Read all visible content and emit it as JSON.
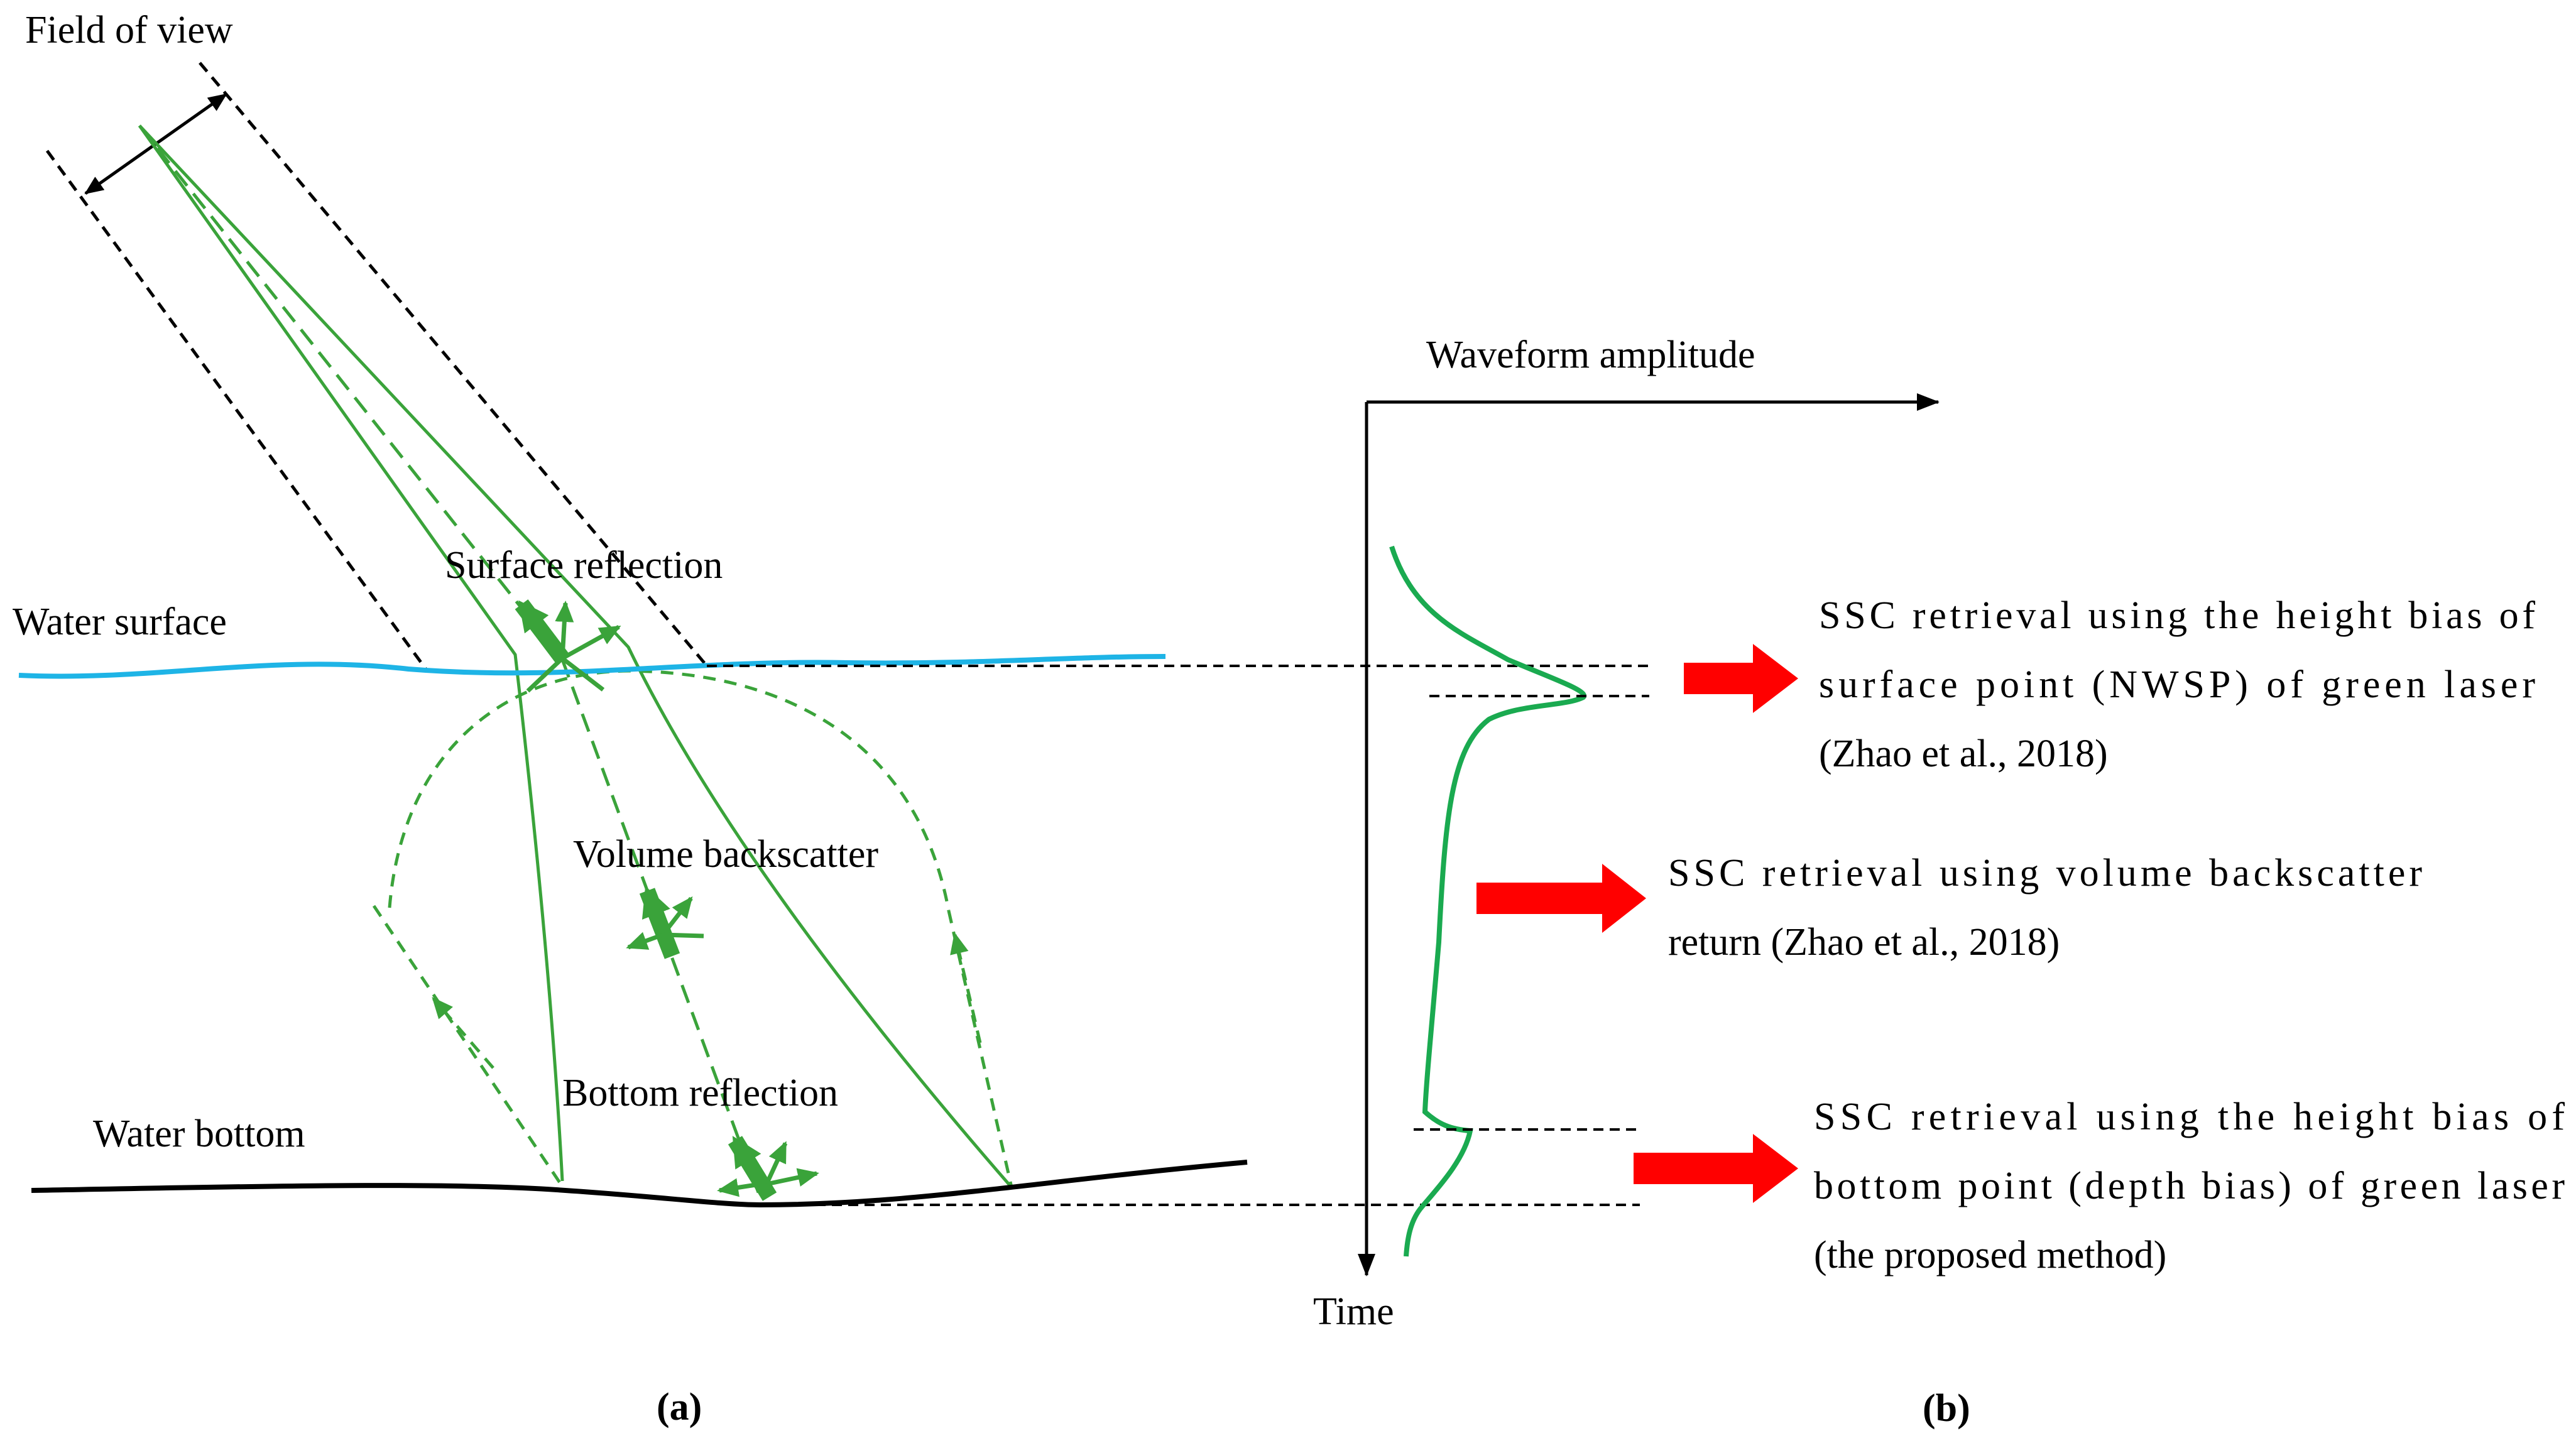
{
  "panel_a": {
    "field_of_view": "Field of view",
    "surface_reflection": "Surface reflection",
    "water_surface": "Water surface",
    "volume_backscatter": "Volume backscatter",
    "bottom_reflection": "Bottom reflection",
    "water_bottom": "Water bottom",
    "caption": "(a)"
  },
  "panel_b": {
    "x_axis_label": "Waveform amplitude",
    "y_axis_label": "Time",
    "caption": "(b)",
    "annotations": [
      {
        "lines": [
          "SSC retrieval using the height bias of",
          "surface point (NWSP) of green laser",
          "(Zhao et al., 2018)"
        ]
      },
      {
        "lines": [
          "SSC retrieval using volume backscatter",
          "return (Zhao et al., 2018)"
        ]
      },
      {
        "lines": [
          "SSC retrieval using the height bias of",
          "bottom point (depth bias) of green laser",
          "(the proposed method)"
        ]
      }
    ]
  },
  "colors": {
    "beam_green": "#3aa33a",
    "waveform_green": "#1aaa50",
    "water_surface_blue": "#1eb4e6",
    "arrow_red": "#ff0000",
    "line_black": "#000000"
  }
}
